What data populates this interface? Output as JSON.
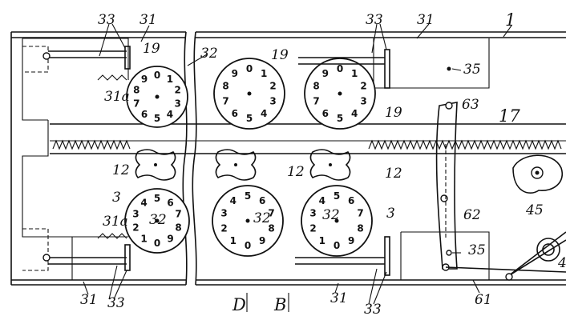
{
  "labels": {
    "top_left_33": "33",
    "top_left_31": "31",
    "top_left_19": "19",
    "top_32": "32",
    "top_mid_19": "19",
    "top_right_33": "33",
    "top_right_31": "31",
    "frame_1": "1",
    "right_35_top": "35",
    "right_19": "19",
    "left_31a_top": "31a",
    "link_63": "63",
    "rack_17": "17",
    "gear_12_left": "12",
    "gear_12_mid": "12",
    "gear_12_right": "12",
    "lower_3_left": "3",
    "lower_32_left": "32",
    "lower_32_mid": "32",
    "lower_32_right": "32",
    "lower_3_right": "3",
    "left_31a_bottom": "31a",
    "lever_62": "62",
    "pivot_45": "45",
    "right_35_bottom": "35",
    "bottom_31_left": "31",
    "bottom_33_left": "33",
    "bottom_31_right": "31",
    "bottom_33_right": "33",
    "bottom_61": "61",
    "right_edge_4": "4",
    "section_D": "D",
    "section_B": "B"
  },
  "dial_digits": [
    "0",
    "1",
    "2",
    "3",
    "4",
    "5",
    "6",
    "7",
    "8",
    "9"
  ]
}
